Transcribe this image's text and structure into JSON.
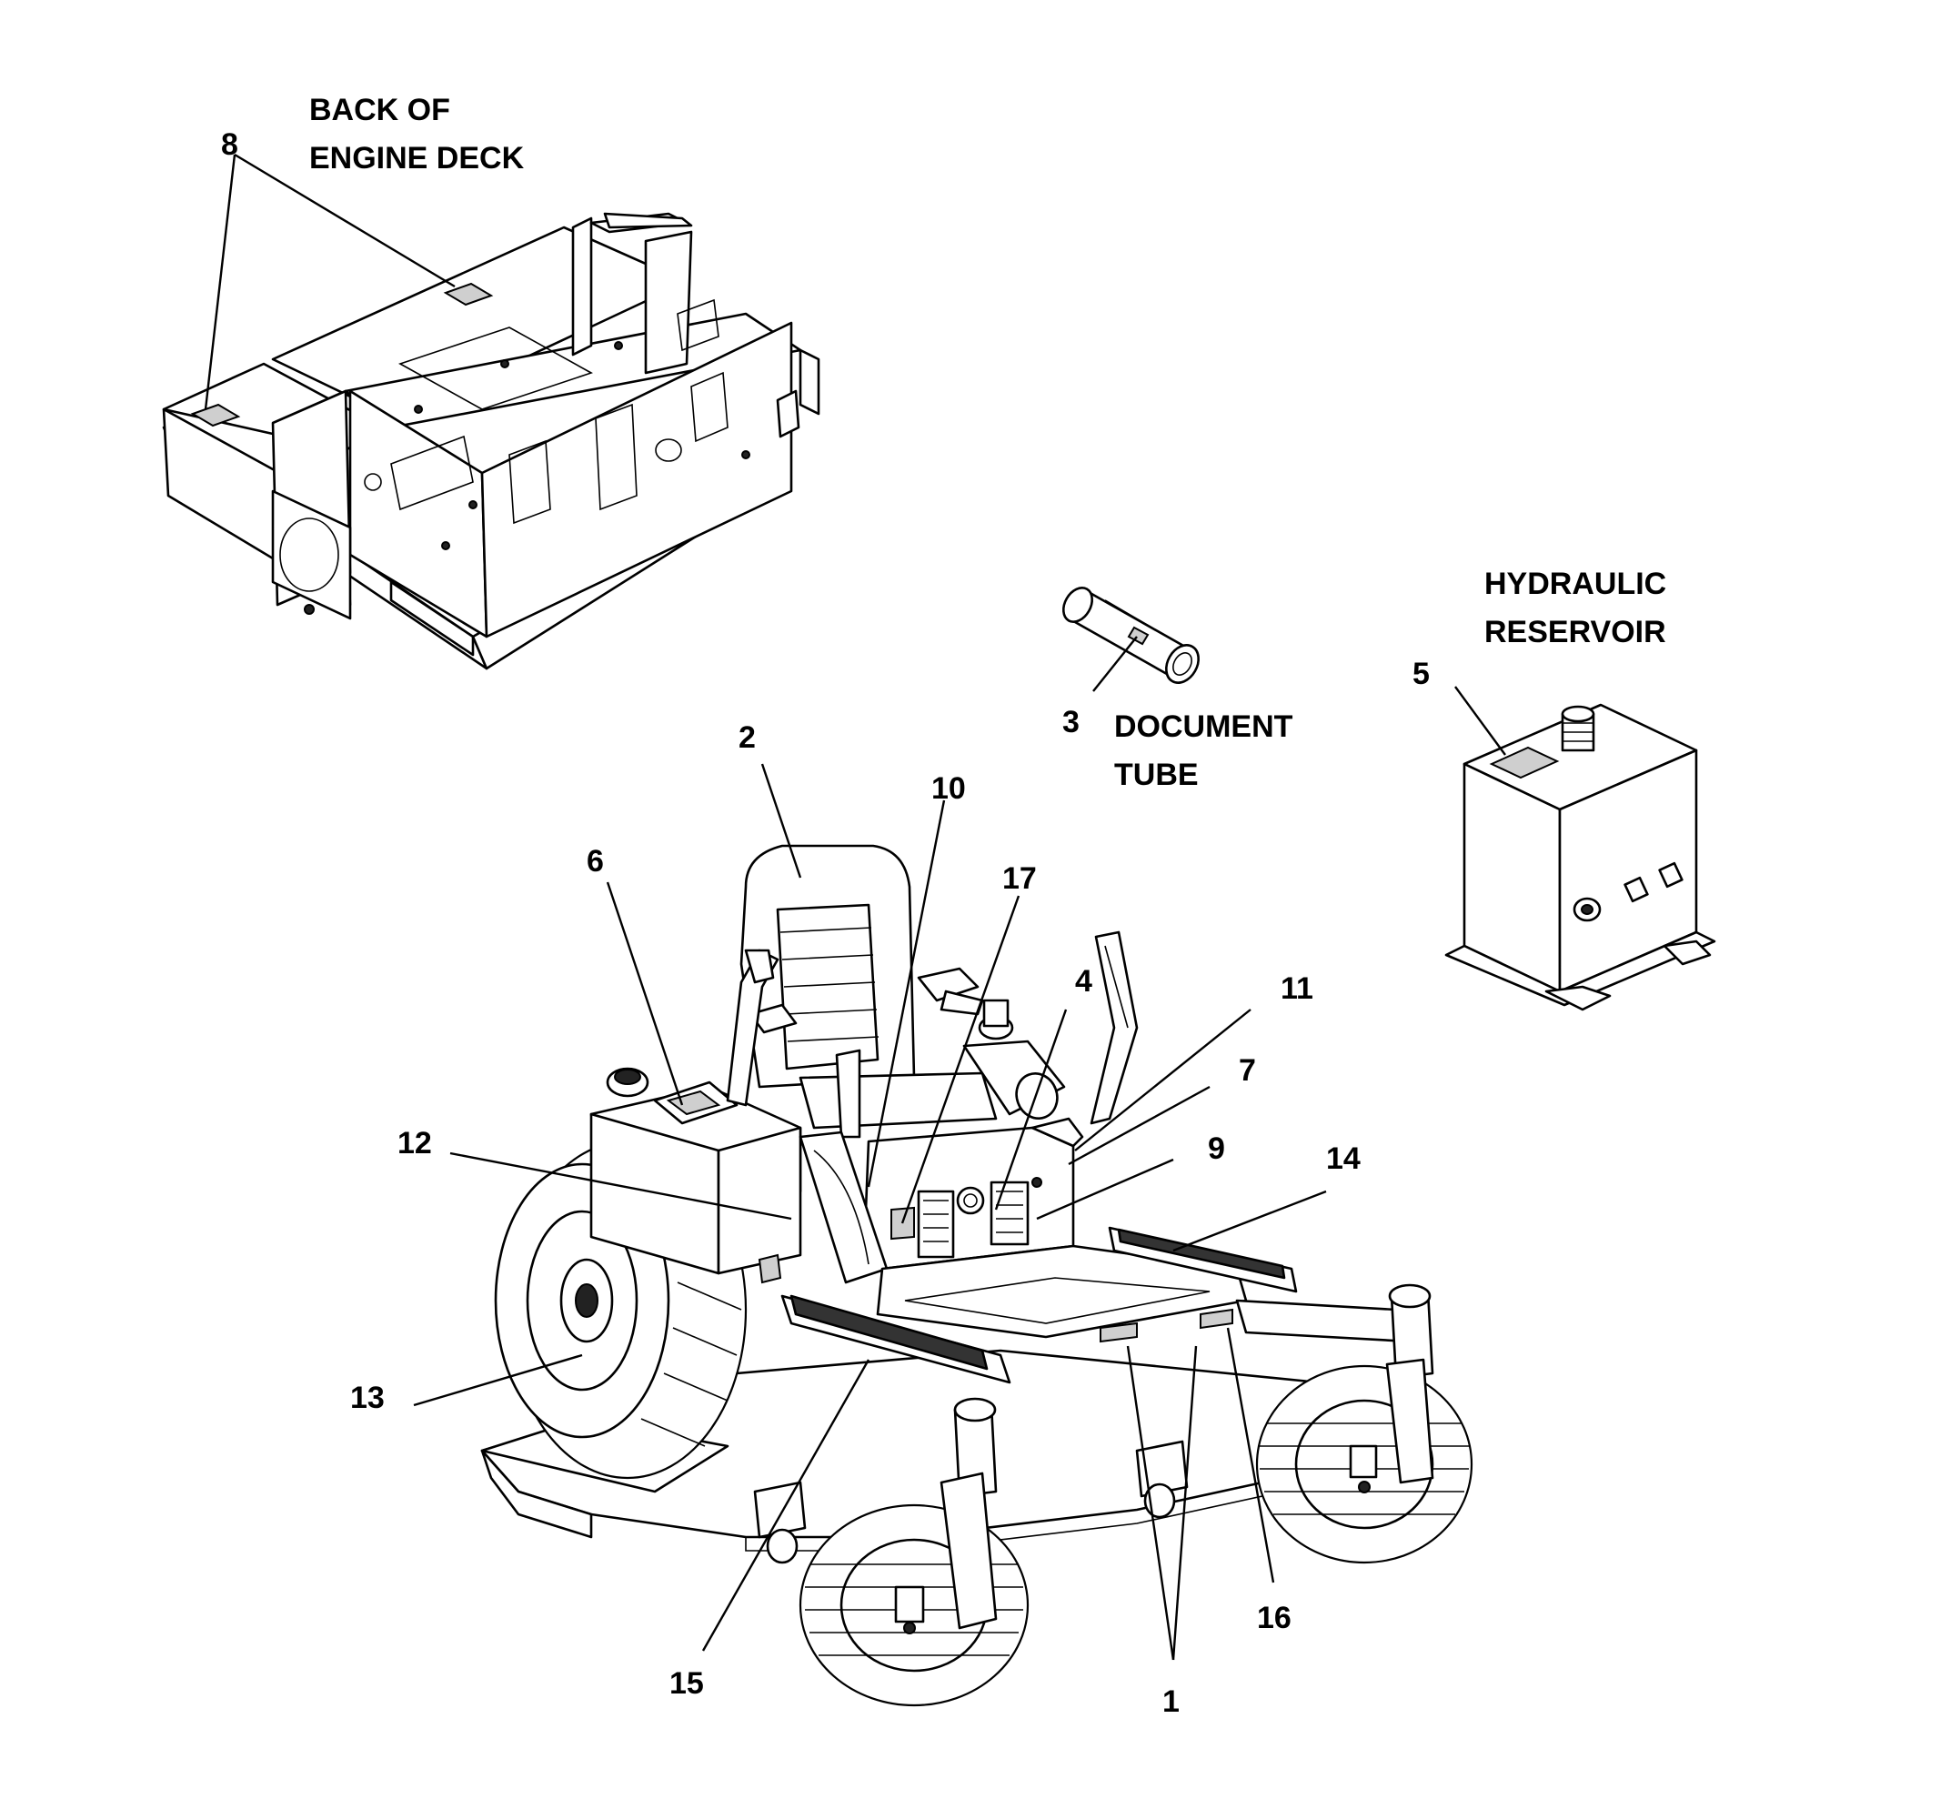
{
  "captions": {
    "engine_deck": [
      "BACK OF",
      "ENGINE DECK"
    ],
    "document_tube": [
      "DOCUMENT",
      "TUBE"
    ],
    "hydraulic_reservoir": [
      "HYDRAULIC",
      "RESERVOIR"
    ]
  },
  "callouts": [
    "1",
    "2",
    "3",
    "4",
    "5",
    "6",
    "7",
    "8",
    "9",
    "10",
    "11",
    "12",
    "13",
    "14",
    "15",
    "16",
    "17"
  ]
}
